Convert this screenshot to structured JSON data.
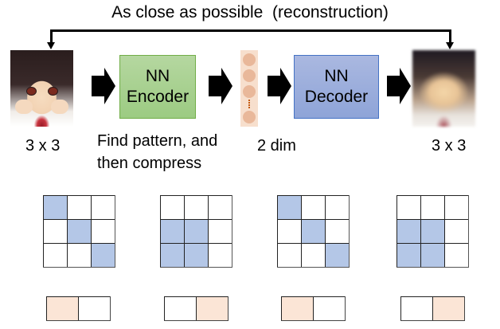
{
  "title": "As close as possible  (reconstruction)",
  "pipeline": {
    "input_image": {
      "label": "3 x 3",
      "description": "anime character portrait (original)"
    },
    "encoder": {
      "line1": "NN",
      "line2": "Encoder",
      "color": "#a9d18e",
      "border": "#70ad47"
    },
    "encoder_caption": "Find pattern, and\nthen compress",
    "latent": {
      "label": "2 dim",
      "color": "#f8cbad"
    },
    "decoder": {
      "line1": "NN",
      "line2": "Decoder",
      "color": "#8faadc",
      "border": "#4472c4"
    },
    "output_image": {
      "label": "3 x 3",
      "description": "blurry reconstruction of portrait"
    }
  },
  "patterns": [
    {
      "grid": [
        1,
        0,
        0,
        0,
        1,
        0,
        0,
        0,
        1
      ],
      "code": [
        1,
        0
      ]
    },
    {
      "grid": [
        0,
        0,
        0,
        1,
        1,
        0,
        1,
        1,
        0
      ],
      "code": [
        0,
        1
      ]
    },
    {
      "grid": [
        1,
        0,
        0,
        0,
        1,
        0,
        0,
        0,
        1
      ],
      "code": [
        1,
        0
      ]
    },
    {
      "grid": [
        0,
        0,
        0,
        1,
        1,
        0,
        1,
        1,
        0
      ],
      "code": [
        0,
        1
      ]
    }
  ],
  "colors": {
    "grid_on": "#b4c7e7",
    "code_on": "#fbe5d6"
  }
}
